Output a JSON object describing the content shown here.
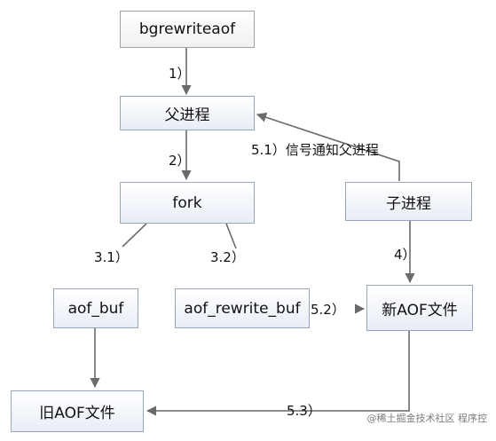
{
  "nodes": {
    "bgrewriteaof": "bgrewriteaof",
    "parent": "父进程",
    "fork": "fork",
    "child": "子进程",
    "aof_buf": "aof_buf",
    "aof_rewrite_buf": "aof_rewrite_buf",
    "new_aof": "新AOF文件",
    "old_aof": "旧AOF文件"
  },
  "edges": {
    "step1": "1）",
    "step2": "2）",
    "step31": "3.1）",
    "step32": "3.2）",
    "step4": "4）",
    "step51": "5.1）信号通知父进程",
    "step52": "5.2）",
    "step53": "5.3）"
  },
  "watermark": "@稀土掘金技术社区  程序控"
}
